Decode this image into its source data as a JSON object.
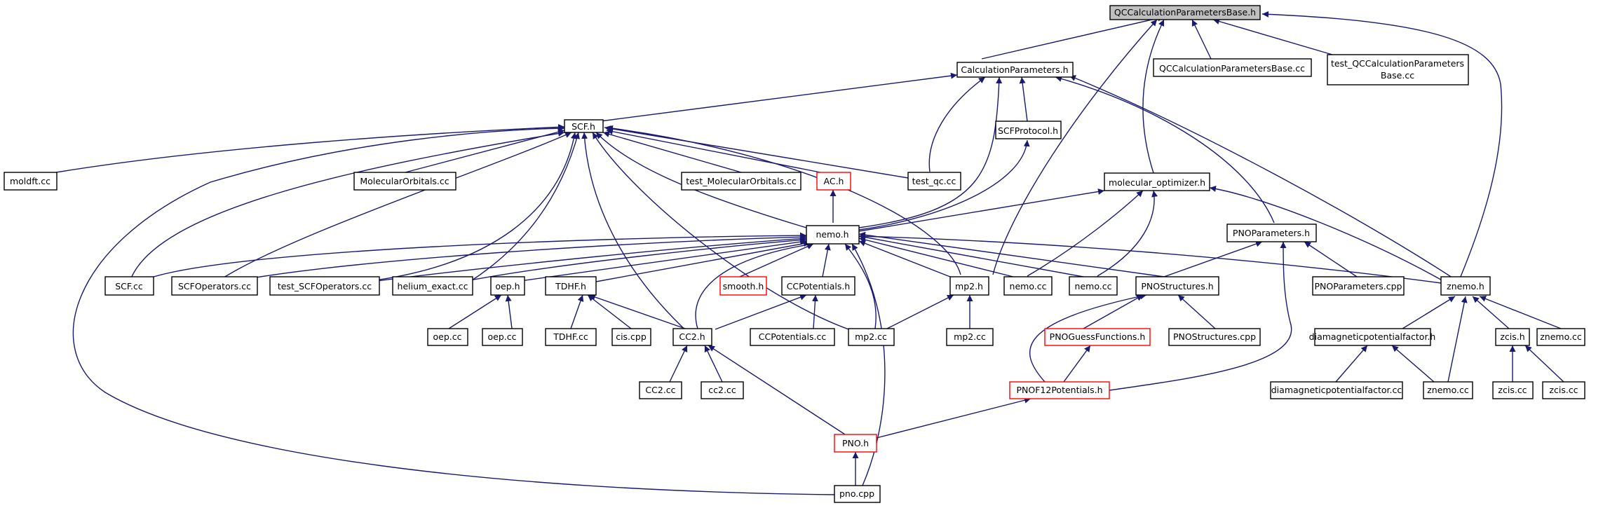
{
  "colors": {
    "edge": "#191970",
    "root_fill": "#bfbfbf",
    "incomplete_border": "#ff0000",
    "node_border": "#000000"
  },
  "nodes": [
    {
      "id": "qcbase",
      "label": "QCCalculationParametersBase.h",
      "style": "root"
    },
    {
      "id": "calc",
      "label": "CalculationParameters.h"
    },
    {
      "id": "qcbasecc",
      "label": "QCCalculationParametersBase.cc"
    },
    {
      "id": "testqc_l1",
      "label": "test_QCCalculationParameters"
    },
    {
      "id": "testqc_l2",
      "label": "Base.cc"
    },
    {
      "id": "scfh",
      "label": "SCF.h"
    },
    {
      "id": "scfprot",
      "label": "SCFProtocol.h"
    },
    {
      "id": "moldft",
      "label": "moldft.cc"
    },
    {
      "id": "molorb",
      "label": "MolecularOrbitals.cc"
    },
    {
      "id": "testmo",
      "label": "test_MolecularOrbitals.cc"
    },
    {
      "id": "ach",
      "label": "AC.h",
      "style": "red"
    },
    {
      "id": "testqcc",
      "label": "test_qc.cc"
    },
    {
      "id": "molopt",
      "label": "molecular_optimizer.h"
    },
    {
      "id": "nemoh",
      "label": "nemo.h"
    },
    {
      "id": "pnoparam",
      "label": "PNOParameters.h"
    },
    {
      "id": "scfcc",
      "label": "SCF.cc"
    },
    {
      "id": "scfopcc",
      "label": "SCFOperators.cc"
    },
    {
      "id": "testscfop",
      "label": "test_SCFOperators.cc"
    },
    {
      "id": "helium",
      "label": "helium_exact.cc"
    },
    {
      "id": "oeph",
      "label": "oep.h"
    },
    {
      "id": "tdhfh",
      "label": "TDHF.h"
    },
    {
      "id": "smooth",
      "label": "smooth.h",
      "style": "red"
    },
    {
      "id": "ccpoth",
      "label": "CCPotentials.h"
    },
    {
      "id": "mp2h",
      "label": "mp2.h"
    },
    {
      "id": "nemocc1",
      "label": "nemo.cc"
    },
    {
      "id": "nemocc2",
      "label": "nemo.cc"
    },
    {
      "id": "pnostr",
      "label": "PNOStructures.h"
    },
    {
      "id": "pnoparamcpp",
      "label": "PNOParameters.cpp"
    },
    {
      "id": "znemoh",
      "label": "znemo.h"
    },
    {
      "id": "oepcc1",
      "label": "oep.cc"
    },
    {
      "id": "oepcc2",
      "label": "oep.cc"
    },
    {
      "id": "tdhfcc",
      "label": "TDHF.cc"
    },
    {
      "id": "ciscpp",
      "label": "cis.cpp"
    },
    {
      "id": "cc2h",
      "label": "CC2.h"
    },
    {
      "id": "ccpotcc",
      "label": "CCPotentials.cc"
    },
    {
      "id": "mp2cc1",
      "label": "mp2.cc"
    },
    {
      "id": "mp2cc2",
      "label": "mp2.cc"
    },
    {
      "id": "pnoguess",
      "label": "PNOGuessFunctions.h",
      "style": "red"
    },
    {
      "id": "pnostrcpp",
      "label": "PNOStructures.cpp"
    },
    {
      "id": "diamagh",
      "label": "diamagneticpotentialfactor.h"
    },
    {
      "id": "zcish",
      "label": "zcis.h"
    },
    {
      "id": "znemocc1",
      "label": "znemo.cc"
    },
    {
      "id": "cc2cc1",
      "label": "CC2.cc"
    },
    {
      "id": "cc2cc2",
      "label": "cc2.cc"
    },
    {
      "id": "pnof12",
      "label": "PNOF12Potentials.h",
      "style": "red"
    },
    {
      "id": "diamagcc",
      "label": "diamagneticpotentialfactor.cc"
    },
    {
      "id": "znemocc2",
      "label": "znemo.cc"
    },
    {
      "id": "zciscc1",
      "label": "zcis.cc"
    },
    {
      "id": "zciscc2",
      "label": "zcis.cc"
    },
    {
      "id": "pnoh",
      "label": "PNO.h",
      "style": "red"
    },
    {
      "id": "pnocpp",
      "label": "pno.cpp"
    }
  ]
}
